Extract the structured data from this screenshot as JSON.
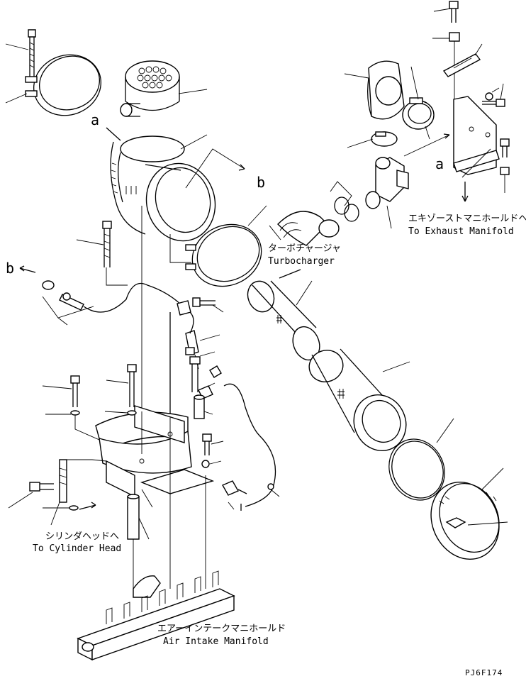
{
  "labels": {
    "exhaust_jp": "エキゾーストマニホールドへ",
    "exhaust_en": "To Exhaust Manifold",
    "turbo_jp": "ターボチャージャ",
    "turbo_en": "Turbocharger",
    "cylinder_jp": "シリンダヘッドへ",
    "cylinder_en": "To Cylinder Head",
    "intake_jp": "エアーインテークマニホールド",
    "intake_en": "Air Intake Manifold",
    "ref_a_top": "a",
    "ref_a_right": "a",
    "ref_b_right": "b",
    "ref_b_left": "b",
    "drawing_code": "PJ6F174"
  }
}
